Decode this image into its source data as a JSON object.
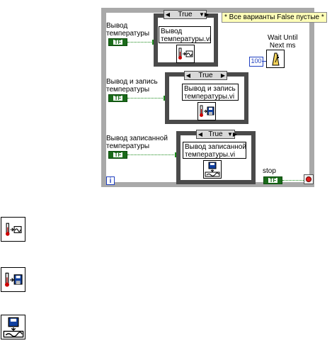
{
  "loop_comment": "* Все варианты False пустые *",
  "case_selector": "True",
  "cases": [
    {
      "control_label": "Вывод\nтемпературы",
      "vi_label": "Вывод\nтемпературы.vi"
    },
    {
      "control_label": "Вывод и запись\nтемпературы",
      "vi_label": "Вывод и запись\nтемпературы.vi"
    },
    {
      "control_label": "Вывод записанной\nтемпературы",
      "vi_label": "Вывод записанной\nтемпературы.vi"
    }
  ],
  "tf_text": "TF",
  "wait_label": "Wait Until\nNext ms",
  "wait_constant": "100",
  "stop_label": "stop",
  "iteration_label": "i",
  "icons": [
    "thermometer-display-icon",
    "thermometer-save-icon",
    "disk-display-icon"
  ]
}
